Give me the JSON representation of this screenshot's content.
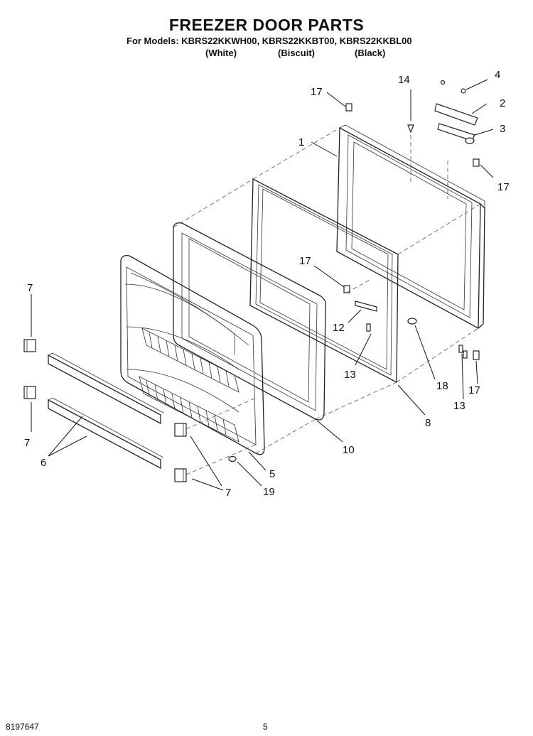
{
  "header": {
    "title": "FREEZER DOOR PARTS",
    "models_line": "For Models: KBRS22KKWH00, KBRS22KKBT00, KBRS22KKBL00",
    "colors": [
      "(White)",
      "(Biscuit)",
      "(Black)"
    ]
  },
  "callouts": {
    "c1": "1",
    "c2": "2",
    "c3": "3",
    "c4": "4",
    "c5": "5",
    "c6": "6",
    "c7a": "7",
    "c7b": "7",
    "c7c": "7",
    "c8": "8",
    "c10": "10",
    "c12": "12",
    "c13a": "13",
    "c13b": "13",
    "c14": "14",
    "c17a": "17",
    "c17b": "17",
    "c17c": "17",
    "c17d": "17",
    "c18": "18",
    "c19": "19"
  },
  "footer": {
    "doc_number": "8197647",
    "page_number": "5"
  }
}
